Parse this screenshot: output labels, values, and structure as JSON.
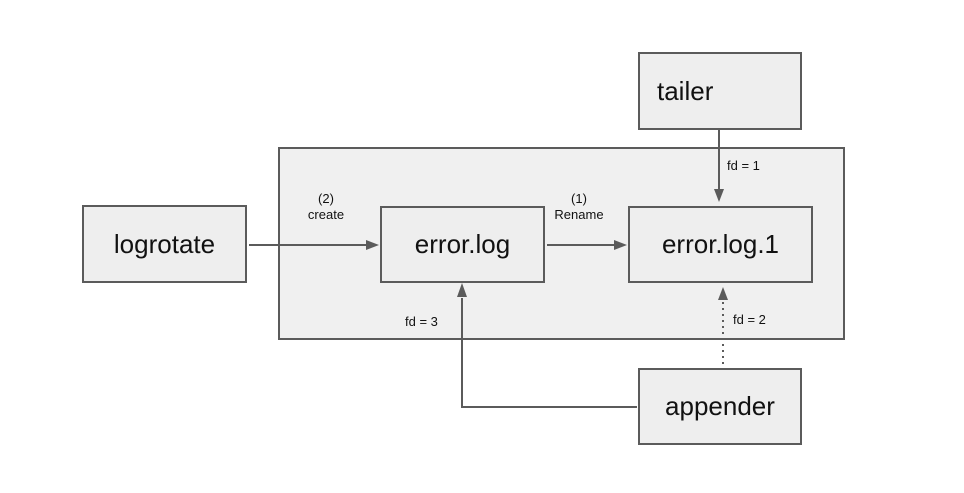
{
  "palette": {
    "canvas_bg": "#ffffff",
    "boundary_fill": "#f0f0f0",
    "node_fill": "#eeeeee",
    "stroke": "#5b5b5b",
    "text": "#111111"
  },
  "nodes": {
    "logrotate": {
      "label": "logrotate"
    },
    "tailer": {
      "label": "tailer"
    },
    "error_log": {
      "label": "error.log"
    },
    "error_log_1": {
      "label": "error.log.1"
    },
    "appender": {
      "label": "appender"
    }
  },
  "edge_labels": {
    "step2": {
      "number": "(2)",
      "action": "create"
    },
    "step1": {
      "number": "(1)",
      "action": "Rename"
    },
    "fd1": "fd = 1",
    "fd2": "fd = 2",
    "fd3": "fd = 3"
  }
}
